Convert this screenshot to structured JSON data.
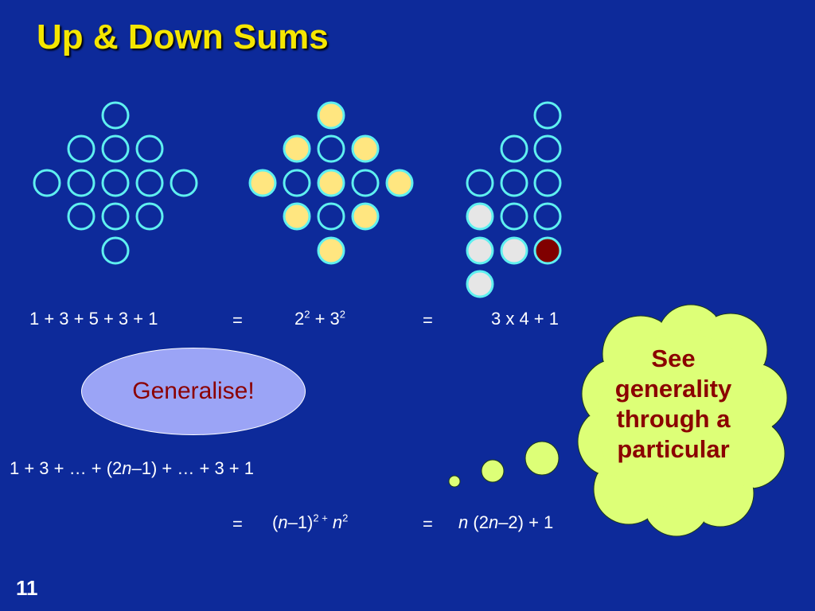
{
  "title": "Up & Down Sums",
  "colors": {
    "background": "#0d2a9a",
    "title": "#f5e600",
    "circle_stroke": "#5ff0f0",
    "yellow_fill": "#ffe680",
    "grey_fill": "#e6e6e6",
    "red_fill": "#800000",
    "thought_fill": "#ddff77",
    "ellipse_fill": "#9ba4f6",
    "accent_text": "#8b0000"
  },
  "row1": {
    "lhs": "1 + 3 + 5 + 3 +  1",
    "eq1": "=",
    "mid_a": "2",
    "mid_a_exp": "2",
    "mid_plus": " + 3",
    "mid_b_exp": "2",
    "eq2": "=",
    "rhs": "3 x 4 + 1"
  },
  "generalise": "Generalise!",
  "row2": {
    "p1": "1 + 3 + … + (2",
    "n1": "n",
    "p2": "–1) + … + 3 + 1"
  },
  "row3": {
    "eq1": "=",
    "a1": "(",
    "n1": "n",
    "a2": "–1)",
    "exp1": "2 +",
    "n2": " n",
    "exp2": "2",
    "eq2": "=",
    "n3": "n",
    "b1": " (2",
    "n4": "n",
    "b2": "–2) + 1"
  },
  "thought": {
    "line1": "See",
    "line2": "generality",
    "line3": "through a",
    "line4": "particular"
  },
  "page_number": "11"
}
